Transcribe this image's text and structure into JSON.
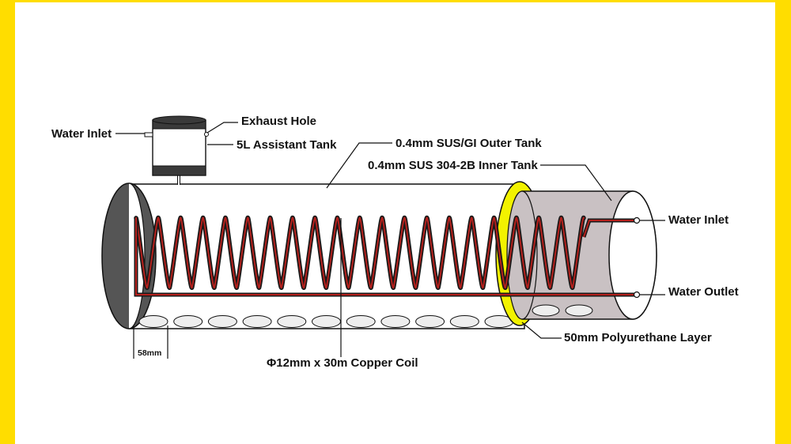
{
  "colors": {
    "frame": "#FFDD00",
    "background": "#FFFFFF",
    "outer_tank": "#FFFFFF",
    "end_cap": "#555555",
    "inner_tank": "#C9C1C3",
    "polyurethane": "#F2F200",
    "coil_outer": "#1A1A1A",
    "coil_inner": "#B3201C",
    "tube_hole": "#EEEEEE",
    "assistant_band": "#3A3A3A"
  },
  "labels": {
    "assistant_water_inlet": "Water Inlet",
    "exhaust_hole": "Exhaust Hole",
    "assistant_tank": "5L Assistant Tank",
    "outer_tank": "0.4mm SUS/GI Outer Tank",
    "inner_tank": "0.4mm SUS 304-2B Inner Tank",
    "coil_water_inlet": "Water Inlet",
    "coil_water_outlet": "Water Outlet",
    "polyurethane_layer": "50mm Polyurethane Layer",
    "copper_coil": "Φ12mm x 30m Copper Coil",
    "tube_pitch": "58mm"
  }
}
